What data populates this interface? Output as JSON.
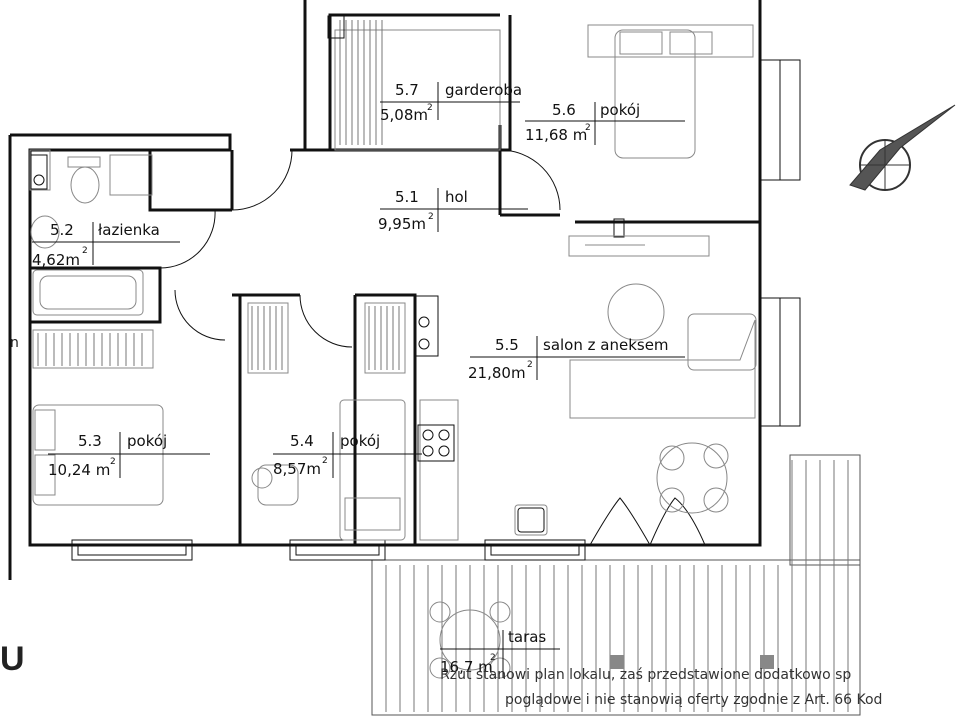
{
  "rooms": [
    {
      "number": "5.1",
      "name": "hol",
      "area": "9,95m",
      "sup": "2"
    },
    {
      "number": "5.2",
      "name": "łazienka",
      "area": "4,62m",
      "sup": "2"
    },
    {
      "number": "5.3",
      "name": "pokój",
      "area": "10,24 m",
      "sup": "2"
    },
    {
      "number": "5.4",
      "name": "pokój",
      "area": "8,57m",
      "sup": "2"
    },
    {
      "number": "5.5",
      "name": "salon z aneksem",
      "area": "21,80m",
      "sup": "2"
    },
    {
      "number": "5.6",
      "name": "pokój",
      "area": "11,68 m",
      "sup": "2"
    },
    {
      "number": "5.7",
      "name": "garderoba",
      "area": "5,08m",
      "sup": "2"
    }
  ],
  "terrace": {
    "name": "taras",
    "area": "16,7 m",
    "sup": "2"
  },
  "notes": {
    "line1": "Rzut stanowi plan lokalu, zaś przedstawione dodatkowo sp",
    "line2": "poglądowe i nie stanowią oferty zgodnie z Art. 66 Kod"
  },
  "left_letter": "n",
  "corner_letter": "U",
  "icons": [
    "compass-north-arrow-icon",
    "stove-icon",
    "sink-icon",
    "ventilation-shaft-icon"
  ],
  "colors": {
    "walls": "#111111",
    "furniture": "#888888",
    "notes": "#333333"
  }
}
